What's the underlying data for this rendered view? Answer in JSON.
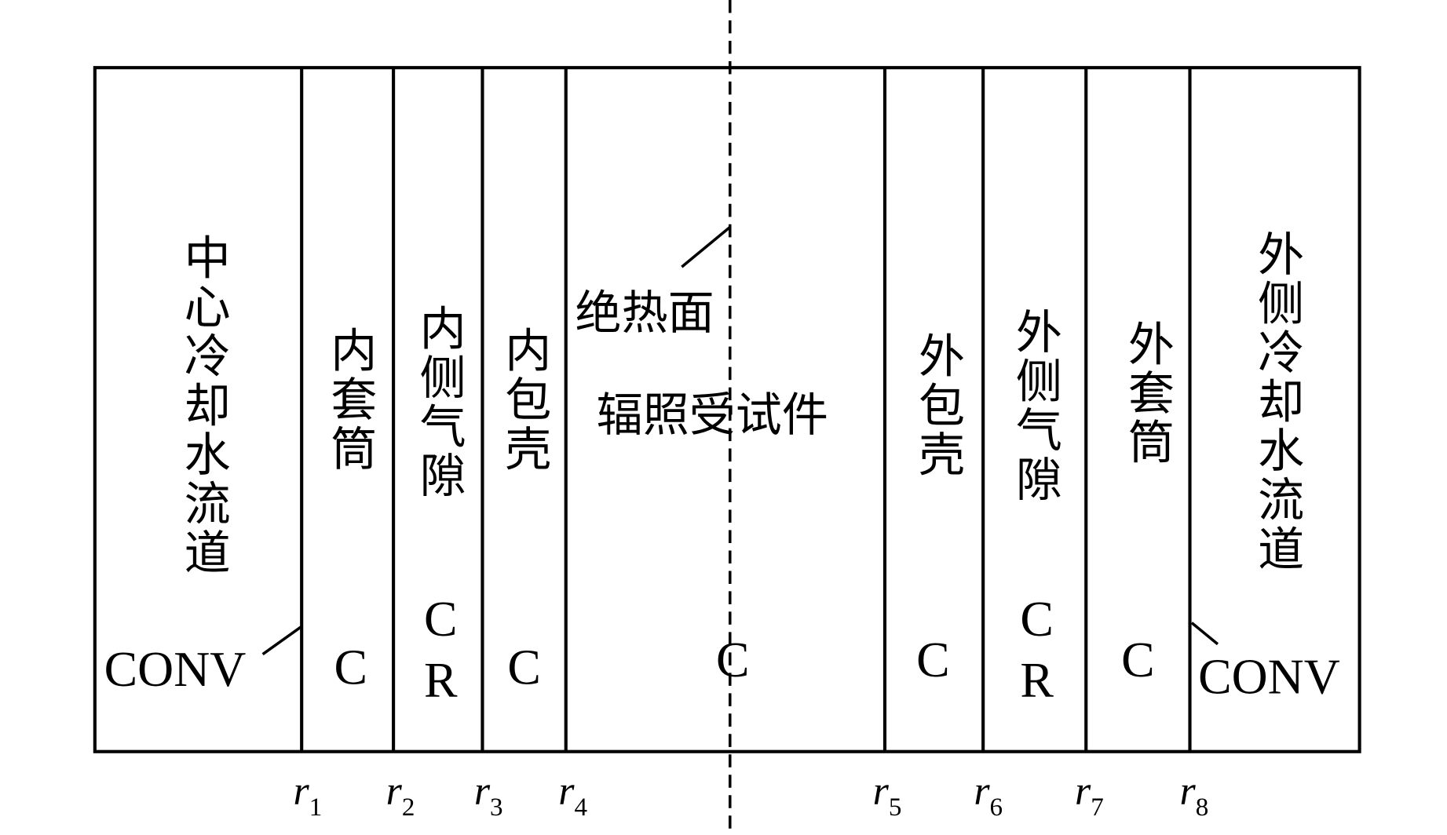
{
  "regions": {
    "center_coolant": "中心冷却水流道",
    "inner_sleeve": "内套筒",
    "inner_gap": "内侧气隙",
    "inner_cladding": "内包壳",
    "adiabatic_surface": "绝热面",
    "specimen": "辐照受试件",
    "outer_cladding": "外包壳",
    "outer_gap": "外侧气隙",
    "outer_sleeve": "外套筒",
    "outer_coolant": "外侧冷却水流道"
  },
  "mechanisms": {
    "conv_left": "CONV",
    "inner_sleeve": "C",
    "inner_gap_c": "C",
    "inner_gap_r": "R",
    "inner_cladding": "C",
    "specimen": "C",
    "outer_cladding": "C",
    "outer_gap_c": "C",
    "outer_gap_r": "R",
    "outer_sleeve": "C",
    "conv_right": "CONV"
  },
  "radii": [
    {
      "sym": "r",
      "sub": "1"
    },
    {
      "sym": "r",
      "sub": "2"
    },
    {
      "sym": "r",
      "sub": "3"
    },
    {
      "sym": "r",
      "sub": "4"
    },
    {
      "sym": "r",
      "sub": "5"
    },
    {
      "sym": "r",
      "sub": "6"
    },
    {
      "sym": "r",
      "sub": "7"
    },
    {
      "sym": "r",
      "sub": "8"
    }
  ]
}
